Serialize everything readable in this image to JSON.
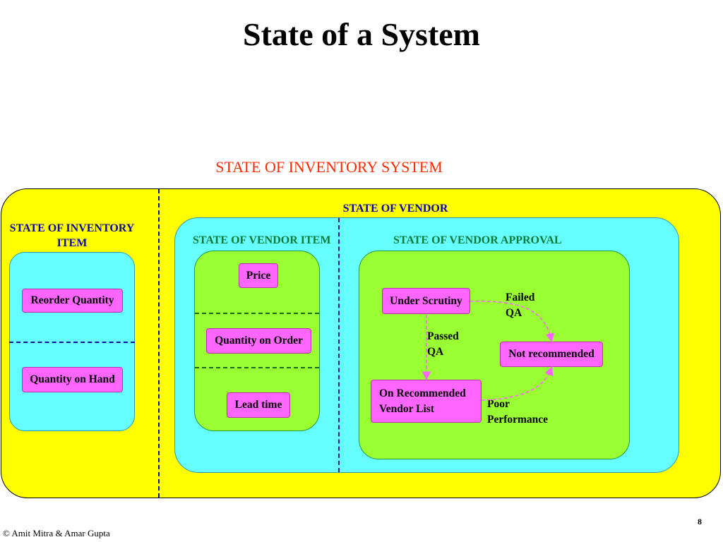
{
  "title": "State of a System",
  "diagram": {
    "title": "STATE OF INVENTORY SYSTEM",
    "inventory_item": {
      "label": "STATE OF INVENTORY ITEM",
      "states": [
        "Reorder Quantity",
        "Quantity on Hand"
      ]
    },
    "vendor": {
      "label": "STATE OF VENDOR",
      "vendor_item": {
        "label": "STATE OF VENDOR ITEM",
        "states": [
          "Price",
          "Quantity on Order",
          "Lead time"
        ]
      },
      "vendor_approval": {
        "label": "STATE OF VENDOR APPROVAL",
        "states": {
          "under_scrutiny": "Under Scrutiny",
          "not_recommended": "Not recommended",
          "on_recommended_list": "On Recommended Vendor List"
        },
        "transitions": {
          "failed_qa": "Failed QA",
          "passed_qa": "Passed QA",
          "poor_performance": "Poor Performance"
        }
      }
    },
    "colors": {
      "outer": "#ffff00",
      "cyan": "#66ffff",
      "green": "#99ff33",
      "state": "#ff66ff",
      "title_red": "#ff2a00",
      "arrow": "#ff66ff"
    }
  },
  "footer": {
    "copyright": "© Amit Mitra & Amar Gupta",
    "page_number": "8"
  }
}
